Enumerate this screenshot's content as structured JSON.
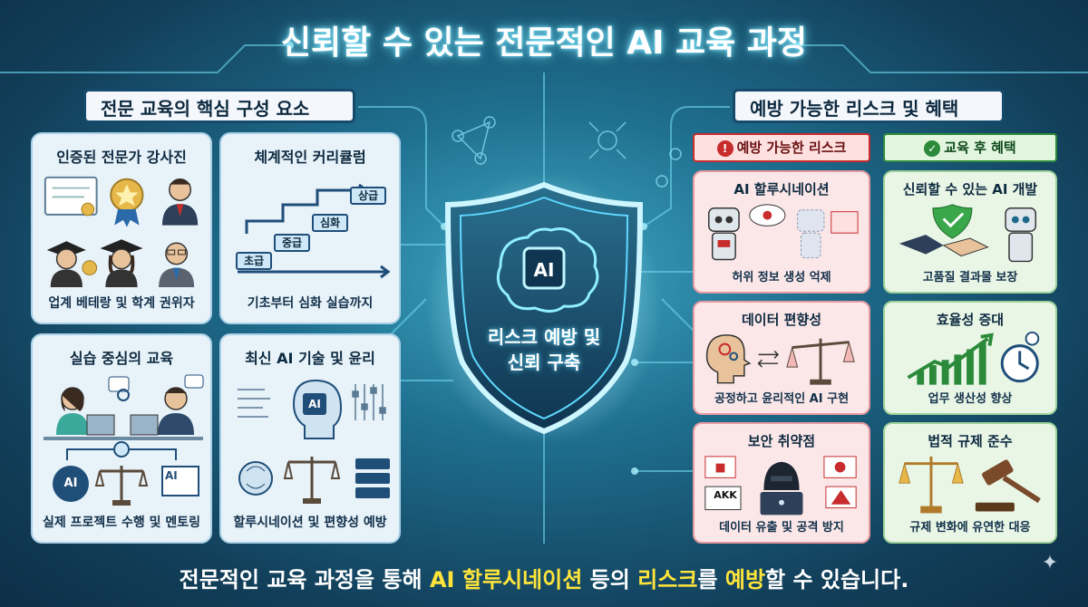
{
  "title": "신뢰할 수 있는 전문적인 AI 교육 과정",
  "left_section": {
    "label": "전문 교육의 핵심 구성 요소",
    "cards": [
      {
        "title": "인증된 전문가 강사진",
        "caption": "업계 베테랑 및 학계 권위자"
      },
      {
        "title": "체계적인 커리큘럼",
        "caption": "기초부터 심화 실습까지",
        "levels": [
          "초급",
          "중급",
          "심화",
          "상급"
        ]
      },
      {
        "title": "실습 중심의 교육",
        "caption": "실제 프로젝트 수행 및 멘토링",
        "badges": [
          "AI",
          "AI"
        ]
      },
      {
        "title": "최신 AI 기술 및 윤리",
        "caption": "할루시네이션 및 편향성 예방",
        "badge": "AI"
      }
    ]
  },
  "center": {
    "shield_badge": "AI",
    "line1": "리스크 예방 및",
    "line2": "신뢰 구축"
  },
  "right_section": {
    "label": "예방 가능한 리스크 및 혜택",
    "risk_header": "예방 가능한 리스크",
    "benefit_header": "교육 후 혜택",
    "risks": [
      {
        "title": "AI 할루시네이션",
        "caption": "허위 정보 생성 억제"
      },
      {
        "title": "데이터 편향성",
        "caption": "공정하고 윤리적인 AI 구현"
      },
      {
        "title": "보안 취약점",
        "caption": "데이터 유출 및 공격 방지",
        "screen_text": "AKK"
      }
    ],
    "benefits": [
      {
        "title": "신뢰할 수 있는 AI 개발",
        "caption": "고품질 결과물 보장"
      },
      {
        "title": "효율성 증대",
        "caption": "업무 생산성 향상"
      },
      {
        "title": "법적 규제 준수",
        "caption": "규제 변화에 유연한 대응"
      }
    ]
  },
  "footer": {
    "part1": "전문적인 교육 과정을 통해 ",
    "hl1": "AI 할루시네이션",
    "part2": " 등의 ",
    "hl2": "리스크",
    "part3": "를 ",
    "hl3": "예방",
    "part4": "할 수 있습니다."
  },
  "colors": {
    "background": "#1f6f8f",
    "risk_accent": "#c72b2b",
    "benefit_accent": "#2b8a3a",
    "glow": "#7fe9ff",
    "highlight": "#ffe53b"
  }
}
